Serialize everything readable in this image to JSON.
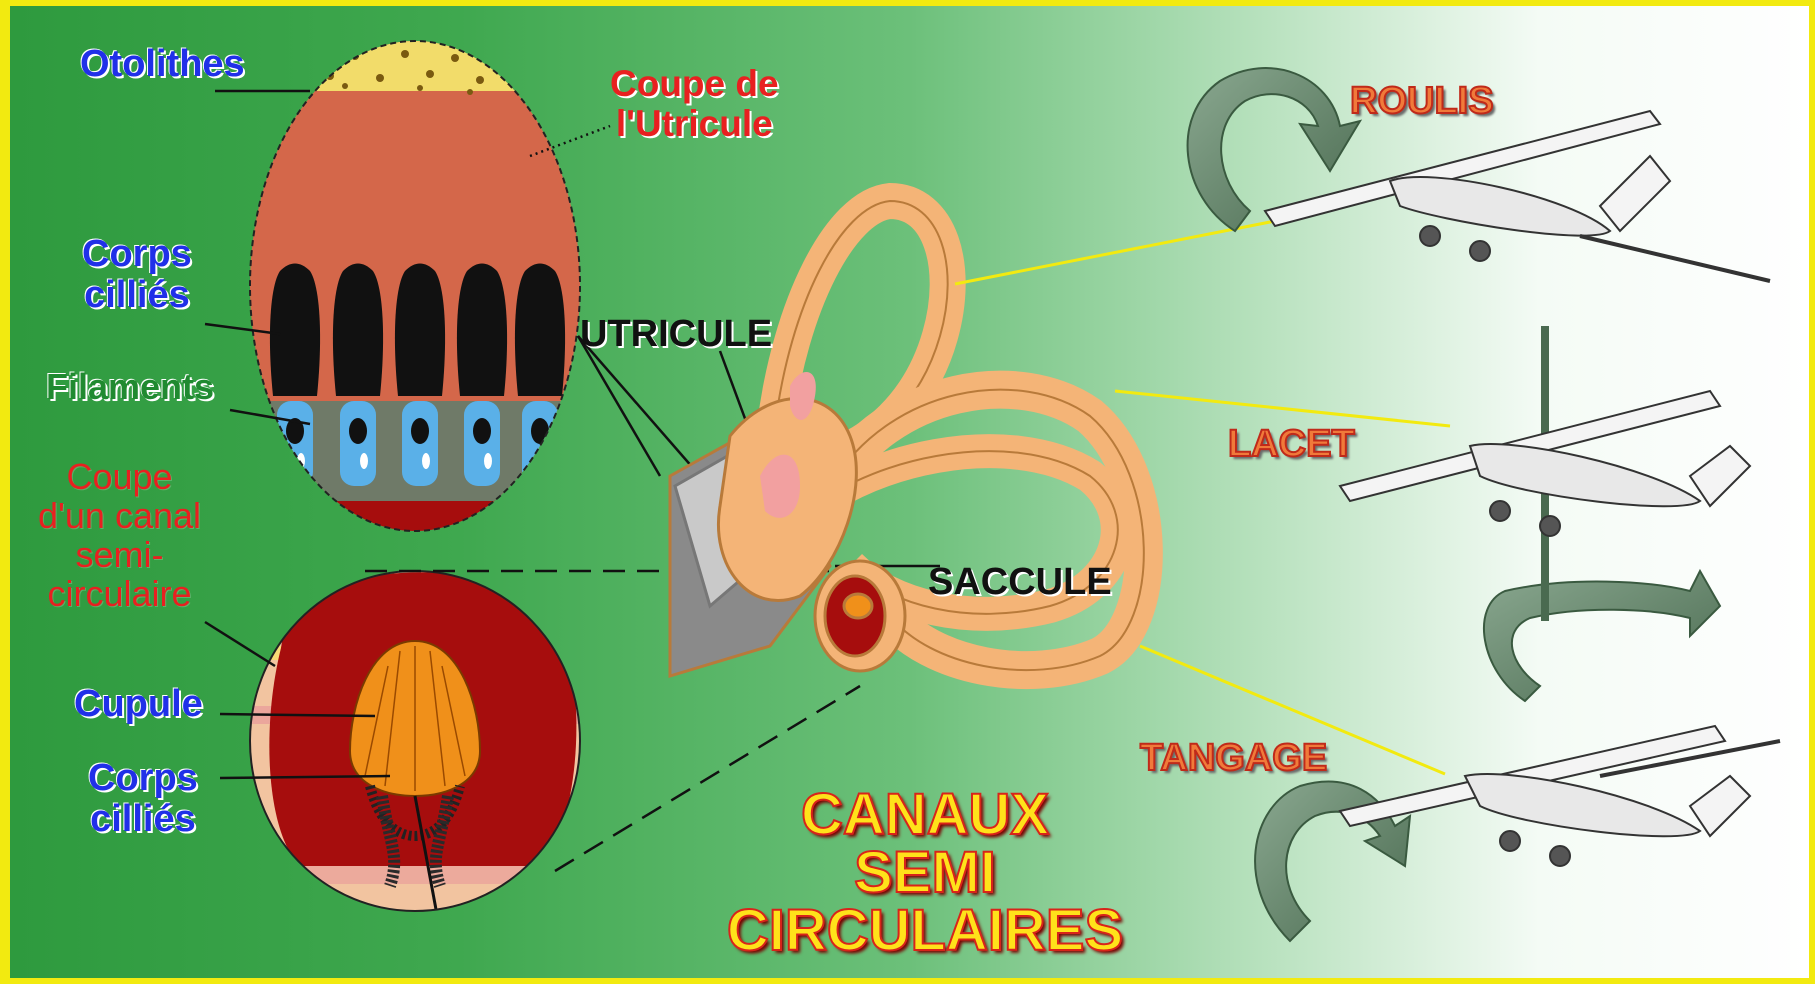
{
  "labels": {
    "otolithes": "Otolithes",
    "coupe_utricule": "Coupe de\nl'Utricule",
    "corps_cillies_1": "Corps\ncilliés",
    "filaments": "Filaments",
    "coupe_canal": "Coupe\nd'un canal\nsemi-\ncirculaire",
    "cupule": "Cupule",
    "corps_cillies_2": "Corps\ncilliés",
    "utricule": "UTRICULE",
    "saccule": "SACCULE",
    "roulis": "ROULIS",
    "lacet": "LACET",
    "tangage": "TANGAGE",
    "title": "CANAUX\nSEMI\nCIRCULAIRES"
  },
  "colors": {
    "border": "#f2ea10",
    "background_green": "#2e9a3e",
    "label_blue": "#2030e8",
    "label_red": "#e82020",
    "canal_orange": "#f4b477",
    "tissue_red": "#a60d0d",
    "utricle_brown": "#d4674a",
    "title_yellow": "#ffe21a"
  }
}
